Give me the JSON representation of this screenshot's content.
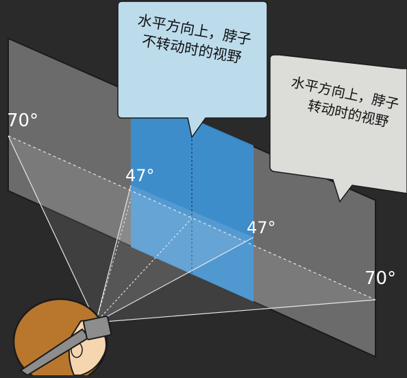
{
  "callouts": {
    "blue": {
      "line1": "水平方向上，脖子",
      "line2": "不转动时的视野"
    },
    "gray": {
      "line1": "水平方向上，脖子",
      "line2": "转动时的视野"
    }
  },
  "angles": {
    "left_outer": "70°",
    "left_inner": "47°",
    "right_inner": "47°",
    "right_outer": "70°"
  },
  "colors": {
    "background": "#2a2a2a",
    "wall": "#6b6b6b",
    "blue_zone": "#3b8fd1",
    "blue_callout": "#bcdcec",
    "gray_callout": "#dcdcd8",
    "hair": "#b9772e",
    "skin": "#f6d6b0",
    "headset": "#8d8d8d"
  }
}
